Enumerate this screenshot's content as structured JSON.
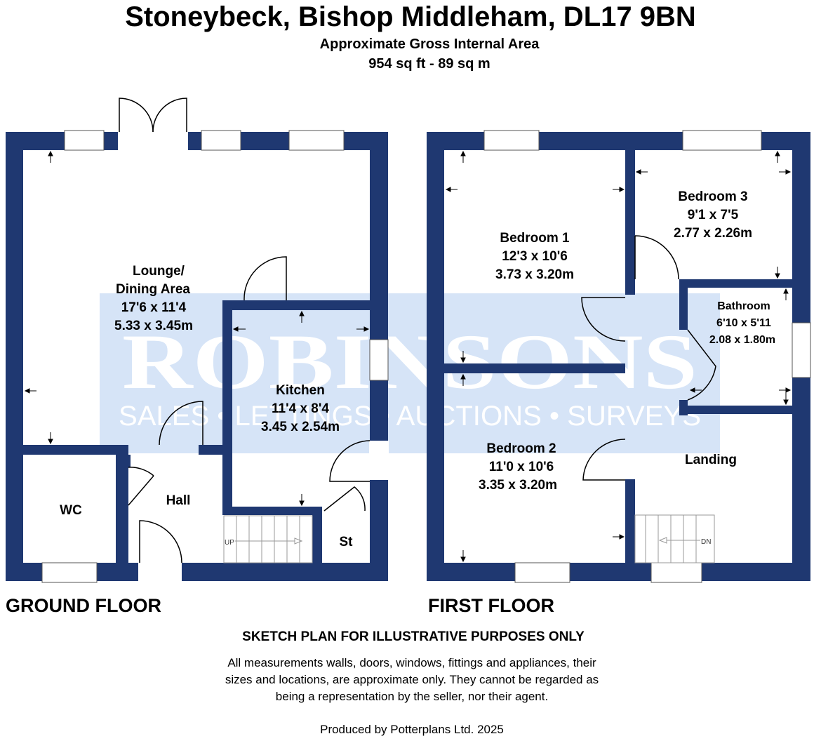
{
  "header": {
    "title": "Stoneybeck, Bishop Middleham, DL17 9BN",
    "area_title": "Approximate Gross Internal Area",
    "area_value": "954 sq ft - 89 sq m"
  },
  "brand": {
    "watermark_name": "ROBINSONS",
    "watermark_tagline": "SALES • LETTINGS • AUCTIONS • SURVEYS"
  },
  "colors": {
    "wall": "#1f3871",
    "watermark": "#d6e4f7"
  },
  "ground_floor": {
    "label": "GROUND FLOOR",
    "lounge": {
      "name1": "Lounge/",
      "name2": "Dining Area",
      "imperial": "17'6 x 11'4",
      "metric": "5.33 x 3.45m"
    },
    "kitchen": {
      "name": "Kitchen",
      "imperial": "11'4 x 8'4",
      "metric": "3.45 x 2.54m"
    },
    "wc": {
      "name": "WC"
    },
    "hall": {
      "name": "Hall"
    },
    "store": {
      "name": "St"
    },
    "stairs_label": "UP"
  },
  "first_floor": {
    "label": "FIRST FLOOR",
    "bedroom1": {
      "name": "Bedroom 1",
      "imperial": "12'3 x 10'6",
      "metric": "3.73 x 3.20m"
    },
    "bedroom2": {
      "name": "Bedroom 2",
      "imperial": "11'0 x 10'6",
      "metric": "3.35 x 3.20m"
    },
    "bedroom3": {
      "name": "Bedroom 3",
      "imperial": "9'1 x 7'5",
      "metric": "2.77 x 2.26m"
    },
    "bathroom": {
      "name": "Bathroom",
      "imperial": "6'10 x 5'11",
      "metric": "2.08 x 1.80m"
    },
    "landing": {
      "name": "Landing"
    },
    "stairs_label": "DN"
  },
  "footer": {
    "sketch_note": "SKETCH PLAN FOR ILLUSTRATIVE PURPOSES ONLY",
    "disclaimer_lines": [
      "All measurements walls, doors, windows, fittings and appliances, their",
      "sizes and locations, are approximate only. They cannot be regarded as",
      "being a representation by the seller, nor their agent."
    ],
    "produced_by": "Produced by Potterplans Ltd. 2025"
  }
}
